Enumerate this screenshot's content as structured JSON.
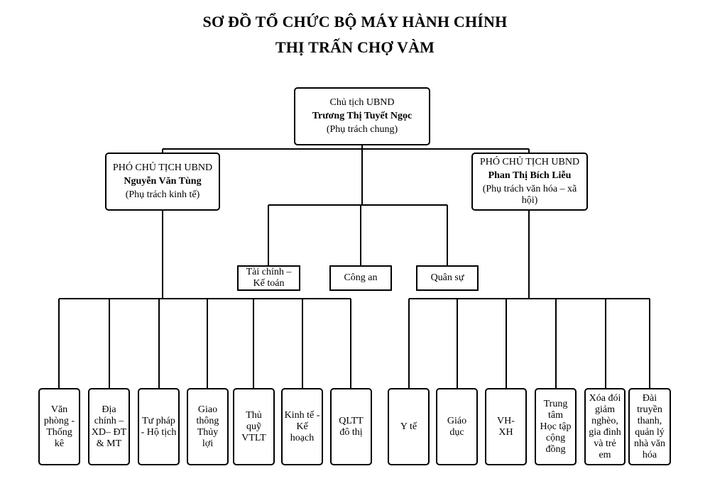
{
  "title": {
    "line1": "SƠ ĐỒ TỔ CHỨC BỘ MÁY HÀNH CHÍNH",
    "line2": "THỊ TRẤN CHỢ VÀM"
  },
  "chairman": {
    "role": "Chủ tịch UBND",
    "name": "Trương Thị Tuyết Ngọc",
    "duty": "(Phụ trách chung)"
  },
  "vice_left": {
    "role": "PHÓ CHỦ TỊCH UBND",
    "name": "Nguyễn Văn Tùng",
    "duty": "(Phụ trách kinh tế)"
  },
  "vice_right": {
    "role": "PHÓ CHỦ TỊCH UBND",
    "name": "Phan Thị Bích Liễu",
    "duty": "(Phụ trách văn hóa – xã hội)"
  },
  "center_units": [
    {
      "label": "Tài chính – Kế toán"
    },
    {
      "label": "Công an"
    },
    {
      "label": "Quân sự"
    }
  ],
  "left_units": [
    {
      "label": "Văn phòng - Thống kê"
    },
    {
      "label": "Địa chính – XD– ĐT & MT"
    },
    {
      "label": "Tư pháp - Hộ tịch"
    },
    {
      "label": "Giao thông Thủy lợi"
    },
    {
      "label": "Thủ quỹ VTLT"
    },
    {
      "label": "Kinh tế - Kế hoạch"
    },
    {
      "label": "QLTT đô thị"
    }
  ],
  "right_units": [
    {
      "label": "Y tế"
    },
    {
      "label": "Giáo dục"
    },
    {
      "label": "VH-XH"
    },
    {
      "label": "Trung tâm Học tập cộng đồng"
    },
    {
      "label": "Xóa đói giảm nghèo, gia đình và trẻ em"
    },
    {
      "label": "Đài truyền thanh, quản lý nhà văn hóa"
    }
  ]
}
